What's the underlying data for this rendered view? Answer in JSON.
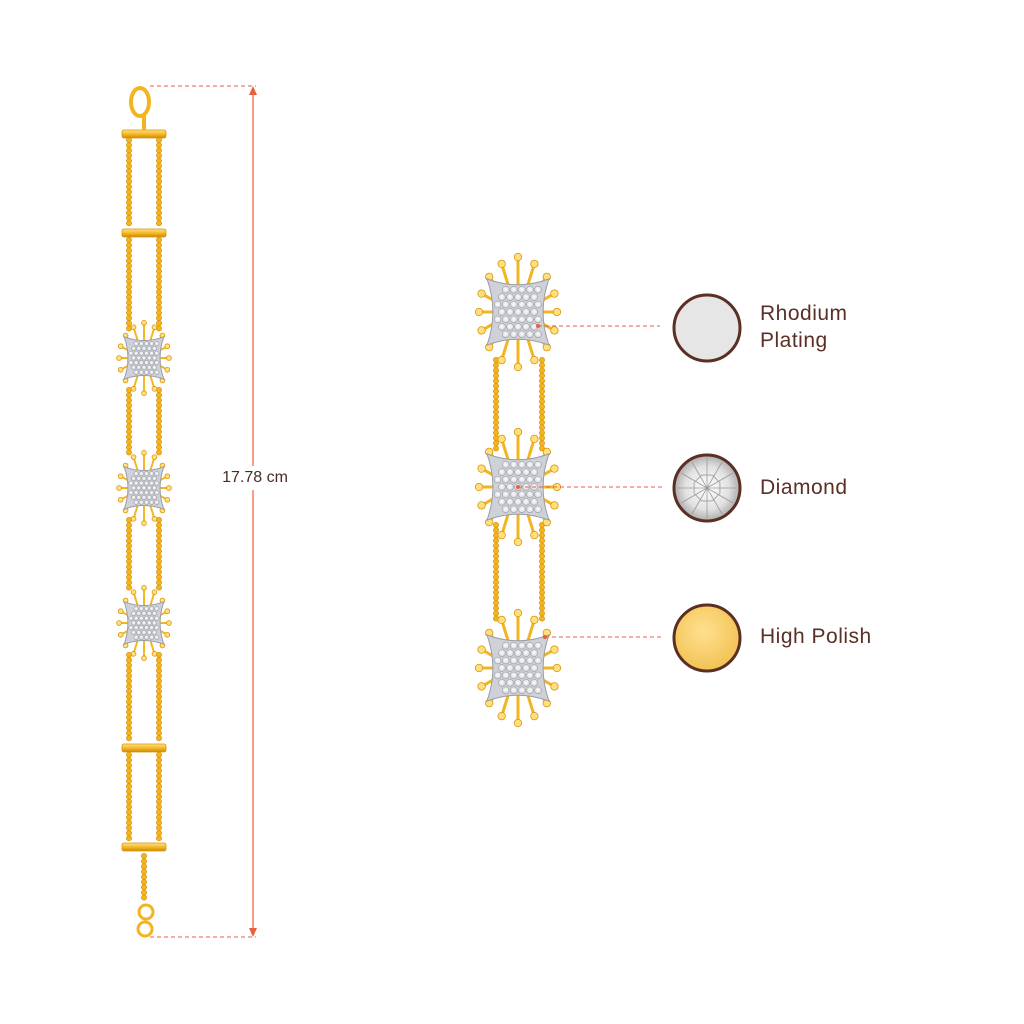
{
  "measurement": {
    "length_label": "17.78 cm"
  },
  "legend": [
    {
      "id": "rhodium",
      "label": "Rhodium\nPlating",
      "swatch_color": "#e6e6e6",
      "icon": "rhodium-plating-swatch-icon"
    },
    {
      "id": "diamond",
      "label": "Diamond",
      "swatch_color": "#f4f4f4",
      "icon": "diamond-swatch-icon"
    },
    {
      "id": "polish",
      "label": "High Polish",
      "swatch_color": "#f6cf6a",
      "icon": "high-polish-swatch-icon"
    }
  ],
  "colors": {
    "gold": "#f2b51f",
    "gold_dark": "#d8930c",
    "gold_light": "#ffe07a",
    "diamond": "#e9eaee",
    "guide_line": "#e8603a",
    "swatch_border": "#5b2f22",
    "text": "#5a2f25"
  }
}
